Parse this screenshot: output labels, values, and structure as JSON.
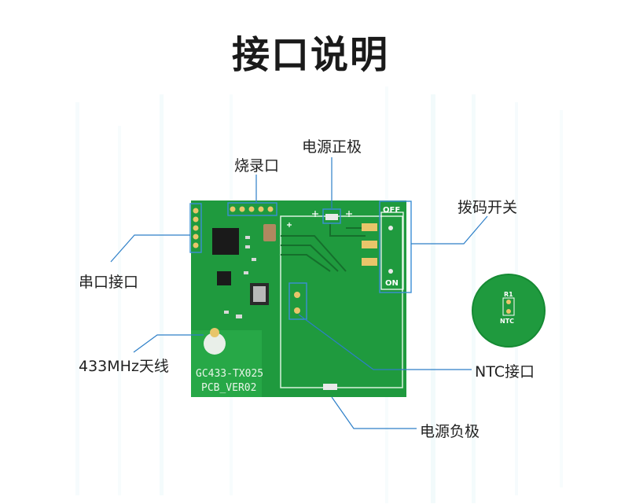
{
  "title": "接口说明",
  "labels": {
    "burn_port": "烧录口",
    "power_positive": "电源正极",
    "dip_switch": "拨码开关",
    "serial_port": "串口接口",
    "antenna": "433MHz天线",
    "ntc_port": "NTC接口",
    "power_negative": "电源负极"
  },
  "pcb": {
    "model": "GC433-TX025",
    "version": "PCB_VER02",
    "switch_off": "OFF",
    "switch_on": "ON",
    "inset_r1": "R1",
    "inset_ntc": "NTC"
  },
  "colors": {
    "pcb_green": "#1f9a3e",
    "pcb_dark": "#15702c",
    "callout_blue": "#2d7fc8",
    "matrix_cyan": "#7fd6e0"
  }
}
